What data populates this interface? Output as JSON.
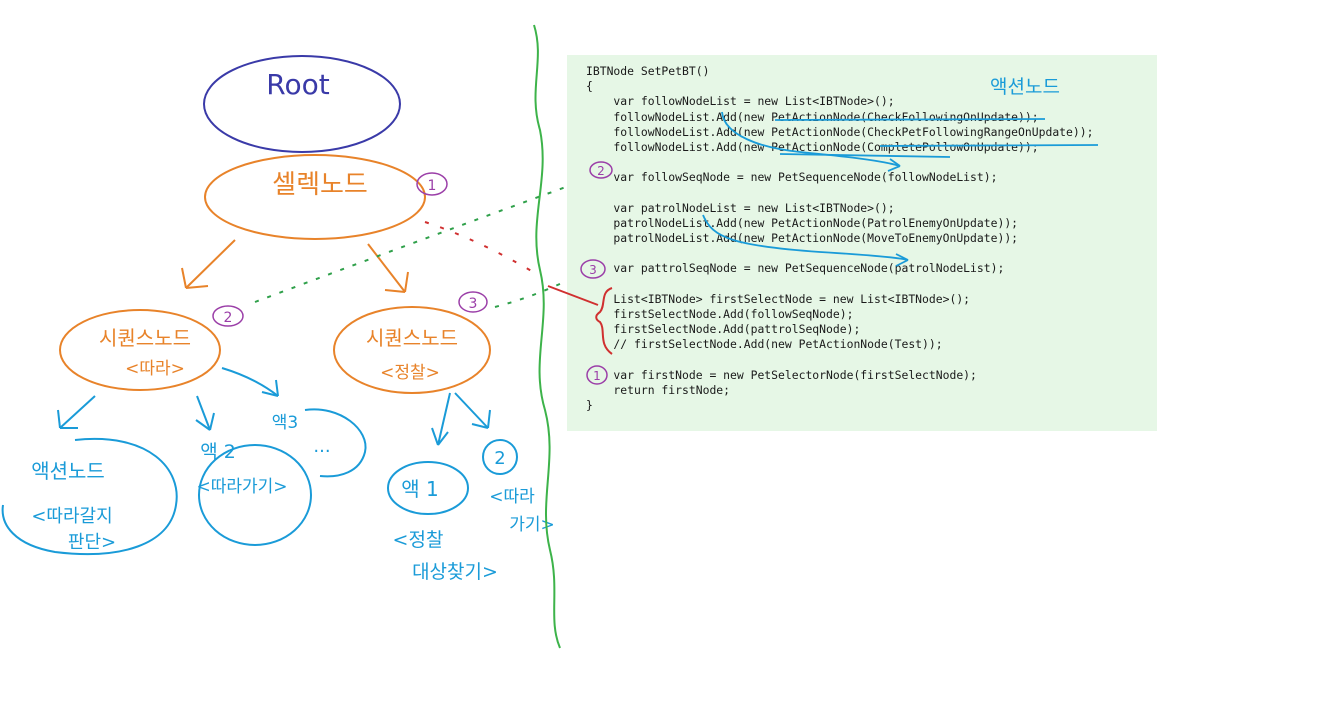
{
  "tree": {
    "root": "Root",
    "selector": "셀렉노드",
    "seq_follow": {
      "title": "시퀀스노드",
      "sub": "<따라>"
    },
    "seq_patrol": {
      "title": "시퀀스노드",
      "sub": "<정찰>"
    },
    "action_left": {
      "title": "액션노드",
      "line1": "<따라갈지",
      "line2": "판단>"
    },
    "action_mid": {
      "title": "액 2",
      "sub": "<따라가기>"
    },
    "action_dots": {
      "title": "액3",
      "sub": "..."
    },
    "action_patrol1": {
      "title": "액 1",
      "line1": "<정찰",
      "line2": "대상찾기>"
    },
    "action_patrol2": {
      "num": "2",
      "line1": "<따라",
      "line2": "가기>"
    }
  },
  "markers": {
    "one": "1",
    "two": "2",
    "three": "3"
  },
  "annotation": {
    "action_node": "액션노드"
  },
  "code": {
    "lines": [
      "IBTNode SetPetBT()",
      "{",
      "    var followNodeList = new List<IBTNode>();",
      "    followNodeList.Add(new PetActionNode(CheckFollowingOnUpdate));",
      "    followNodeList.Add(new PetActionNode(CheckPetFollowingRangeOnUpdate));",
      "    followNodeList.Add(new PetActionNode(CompletePollowOnUpdate));",
      "",
      "    var followSeqNode = new PetSequenceNode(followNodeList);",
      "",
      "    var patrolNodeList = new List<IBTNode>();",
      "    patrolNodeList.Add(new PetActionNode(PatrolEnemyOnUpdate));",
      "    patrolNodeList.Add(new PetActionNode(MoveToEnemyOnUpdate));",
      "",
      "    var pattrolSeqNode = new PetSequenceNode(patrolNodeList);",
      "",
      "    List<IBTNode> firstSelectNode = new List<IBTNode>();",
      "    firstSelectNode.Add(followSeqNode);",
      "    firstSelectNode.Add(pattrolSeqNode);",
      "    // firstSelectNode.Add(new PetActionNode(Test));",
      "",
      "    var firstNode = new PetSelectorNode(firstSelectNode);",
      "    return firstNode;",
      "}"
    ]
  },
  "colors": {
    "root": "#3a3aa8",
    "selector": "#e8832a",
    "action": "#1a9bd8",
    "marker": "#9b3fa8",
    "dash": "#2fa04a",
    "divider": "#3db34a",
    "red": "#d03030",
    "panel": "#e6f7e6"
  }
}
